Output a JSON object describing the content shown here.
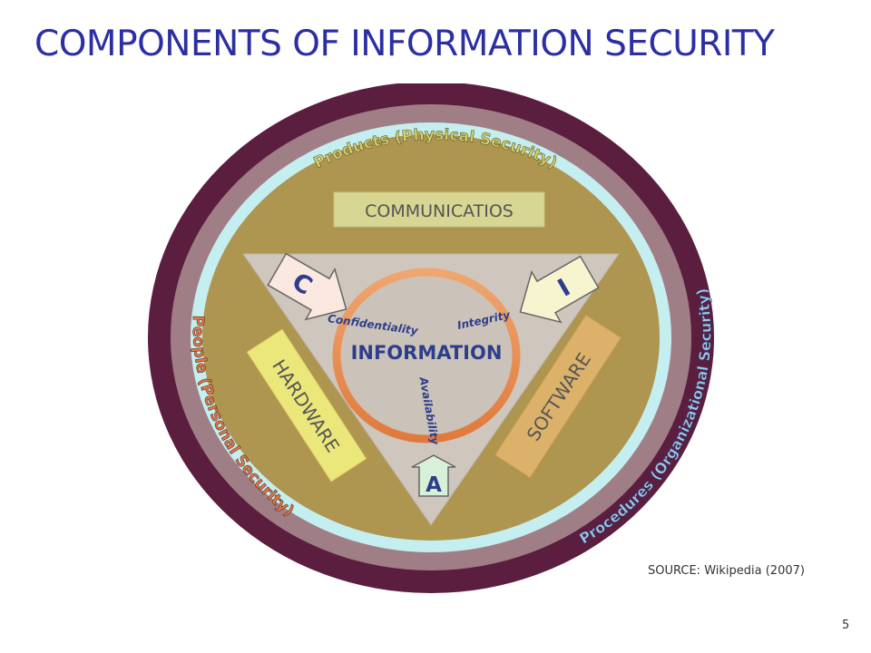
{
  "slide": {
    "title": "COMPONENTS OF INFORMATION SECURITY",
    "source": "SOURCE: Wikipedia (2007)",
    "page_number": "5"
  },
  "diagram": {
    "outer_ring_labels": {
      "top": "Products (Physical Security)",
      "left": "People (Personal Security)",
      "right": "Procedures (Organizational Security)"
    },
    "sections": {
      "communications": "COMMUNICATIOS",
      "hardware": "HARDWARE",
      "software": "SOFTWARE"
    },
    "center": "INFORMATION",
    "cia": {
      "c_letter": "C",
      "i_letter": "I",
      "a_letter": "A",
      "confidentiality": "Confidentiality",
      "integrity": "Integrity",
      "availability": "Availability"
    },
    "colors": {
      "outer_ring": "#5c1e3f",
      "mauve_ring": "#a07e86",
      "cyan_ring": "#c4eef0",
      "olive": "#ae9550",
      "triangle": "#cfc7bd",
      "hardware_box": "#ece77a",
      "software_box": "#dcb26a",
      "comm_box": "#d7d692",
      "orange_ring": "#e8904e",
      "info_text": "#2f3e8c"
    }
  }
}
